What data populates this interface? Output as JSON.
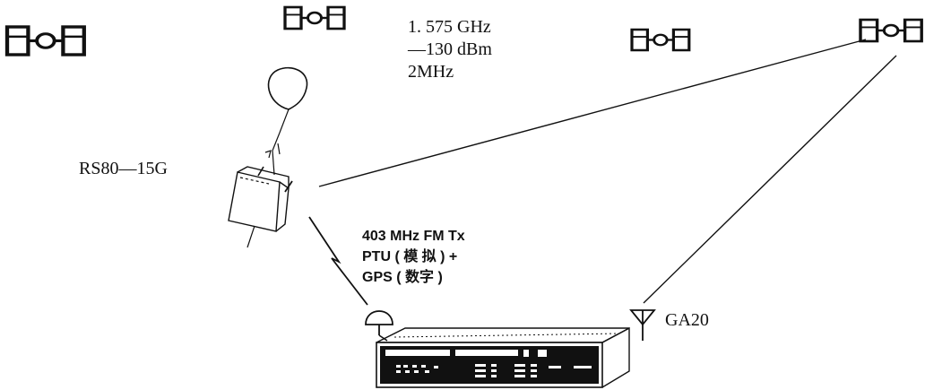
{
  "signal": {
    "frequency": "1. 575 GHz",
    "power": "—130 dBm",
    "bandwidth": "2MHz"
  },
  "radiosonde": {
    "label": "RS80—15G"
  },
  "downlink": {
    "line1": "403 MHz FM Tx",
    "line2": "PTU ( 模 拟 ) +",
    "line3": "GPS ( 数字 )"
  },
  "gps_antenna": {
    "label": "GA20"
  },
  "icons": {
    "satellite": "satellite-icon",
    "balloon": "balloon-icon",
    "radiosonde": "radiosonde-icon",
    "uhf_antenna": "dome-antenna-icon",
    "gps_antenna": "gps-antenna-icon",
    "receiver": "ground-receiver-icon"
  }
}
